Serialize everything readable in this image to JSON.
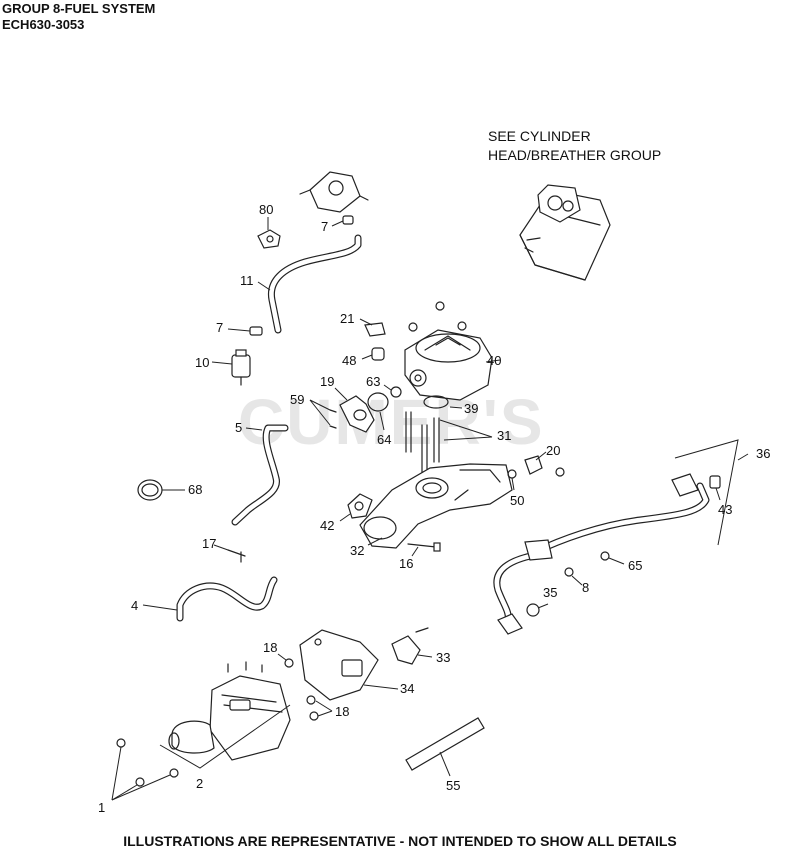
{
  "header": {
    "title": "GROUP 8-FUEL SYSTEM",
    "model": "ECH630-3053"
  },
  "watermark": "CUMER'S",
  "note": {
    "line1": "SEE CYLINDER",
    "line2": "HEAD/BREATHER GROUP"
  },
  "callouts": {
    "c80": "80",
    "c7a": "7",
    "c11": "11",
    "c7b": "7",
    "c21": "21",
    "c10": "10",
    "c48": "48",
    "c40": "40",
    "c19": "19",
    "c63": "63",
    "c59": "59",
    "c39": "39",
    "c5": "5",
    "c64": "64",
    "c31": "31",
    "c20": "20",
    "c36": "36",
    "c68": "68",
    "c50": "50",
    "c43": "43",
    "c42": "42",
    "c17": "17",
    "c32": "32",
    "c16": "16",
    "c65": "65",
    "c8": "8",
    "c4": "4",
    "c35": "35",
    "c18a": "18",
    "c33": "33",
    "c34": "34",
    "c18b": "18",
    "c2": "2",
    "c55": "55",
    "c1": "1"
  },
  "footer": "ILLUSTRATIONS ARE REPRESENTATIVE - NOT INTENDED TO SHOW ALL DETAILS"
}
